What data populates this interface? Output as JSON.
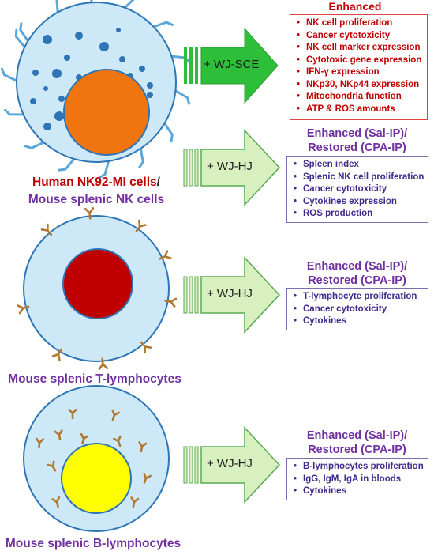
{
  "panels": [
    {
      "id": "nk",
      "cell_label_part1": "Human NK92-MI cells",
      "cell_label_sep": "/",
      "cell_label_part2": "Mouse splenic NK cells",
      "treatment": "+ WJ-SCE",
      "header_line1": "Enhanced",
      "header_line2": "",
      "effects": [
        "NK cell proliferation",
        "Cancer cytotoxicity",
        "NK cell marker expression",
        "Cytotoxic gene expression",
        "IFN-γ expression",
        "NKp30, NKp44 expression",
        "Mitochondria function",
        "ATP & ROS amounts"
      ]
    },
    {
      "id": "nk-hj",
      "treatment": "+ WJ-HJ",
      "header_line1": "Enhanced (Sal-IP)/",
      "header_line2": "Restored (CPA-IP)",
      "effects": [
        "Spleen index",
        "Splenic NK cell proliferation",
        "Cancer cytotoxicity",
        "Cytokines expression",
        "ROS production"
      ]
    },
    {
      "id": "t",
      "cell_label": "Mouse splenic T-lymphocytes",
      "treatment": "+ WJ-HJ",
      "header_line1": "Enhanced (Sal-IP)/",
      "header_line2": "Restored (CPA-IP)",
      "effects": [
        "T-lymphocyte proliferation",
        "Cancer cytotoxicity",
        "Cytokines"
      ]
    },
    {
      "id": "b",
      "cell_label": "Mouse splenic B-lymphocytes",
      "treatment": "+ WJ-HJ",
      "header_line1": "Enhanced (Sal-IP)/",
      "header_line2": "Restored (CPA-IP)",
      "effects": [
        "B-lymphocytes proliferation",
        "IgG, IgM, IgA in bloods",
        "Cytokines"
      ]
    }
  ],
  "colors": {
    "cell_body": "#cde9f7",
    "cell_outline": "#2e75b6",
    "nk_nucleus": "#f0750f",
    "t_nucleus": "#c00000",
    "b_nucleus": "#ffff00",
    "granule": "#2e75b6",
    "receptor": "#b07830",
    "arrow_dark_green": "#2ebf3a",
    "arrow_light_green": "#d8f0c0",
    "red_text": "#c00000",
    "purple_text": "#7030a0",
    "box_purple_text": "#3d2a8c"
  }
}
